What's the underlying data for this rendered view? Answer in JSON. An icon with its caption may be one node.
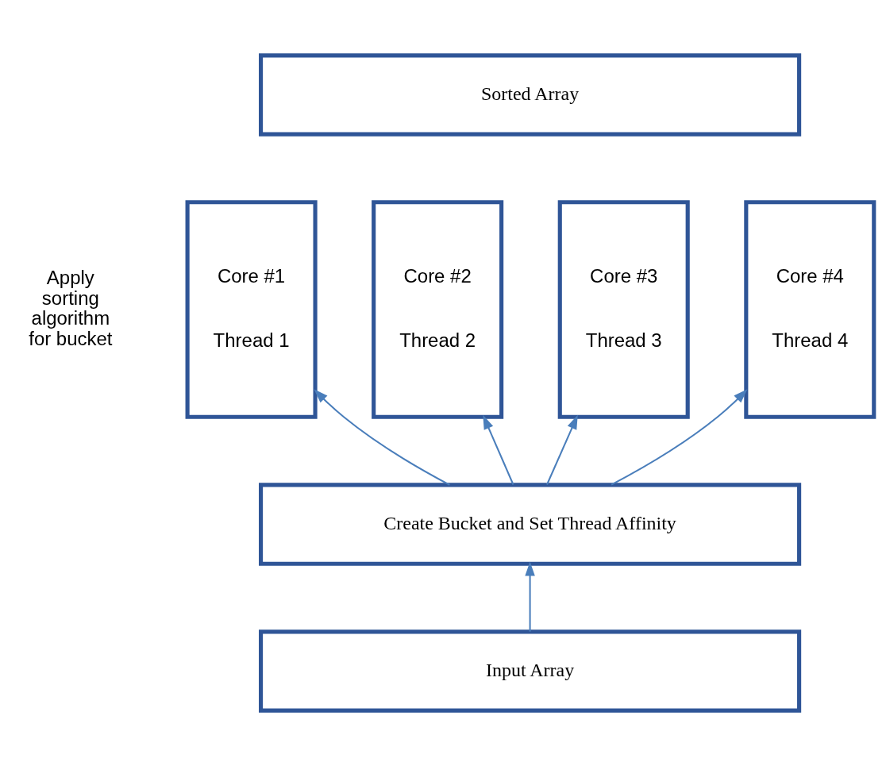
{
  "diagram": {
    "nodes": [
      {
        "text": [
          "Sorted Array"
        ]
      },
      {
        "text": [
          "Core #1",
          "Thread 1"
        ]
      },
      {
        "text": [
          "Core #2",
          "Thread 2"
        ]
      },
      {
        "text": [
          "Core #3",
          "Thread 3"
        ]
      },
      {
        "text": [
          "Core #4",
          "Thread 4"
        ]
      },
      {
        "text": [
          "Create Bucket and Set Thread Affinity"
        ]
      },
      {
        "text": [
          "Input Array"
        ]
      }
    ],
    "edges": [
      {
        "from": 6,
        "to": 5,
        "arrow": "to"
      },
      {
        "from": 5,
        "to": 1,
        "arrow": "to"
      },
      {
        "from": 5,
        "to": 2,
        "arrow": "to"
      },
      {
        "from": 5,
        "to": 3,
        "arrow": "to"
      },
      {
        "from": 5,
        "to": 4,
        "arrow": "to"
      }
    ],
    "labels": [
      "Apply sorting algorithm for bucket"
    ]
  }
}
